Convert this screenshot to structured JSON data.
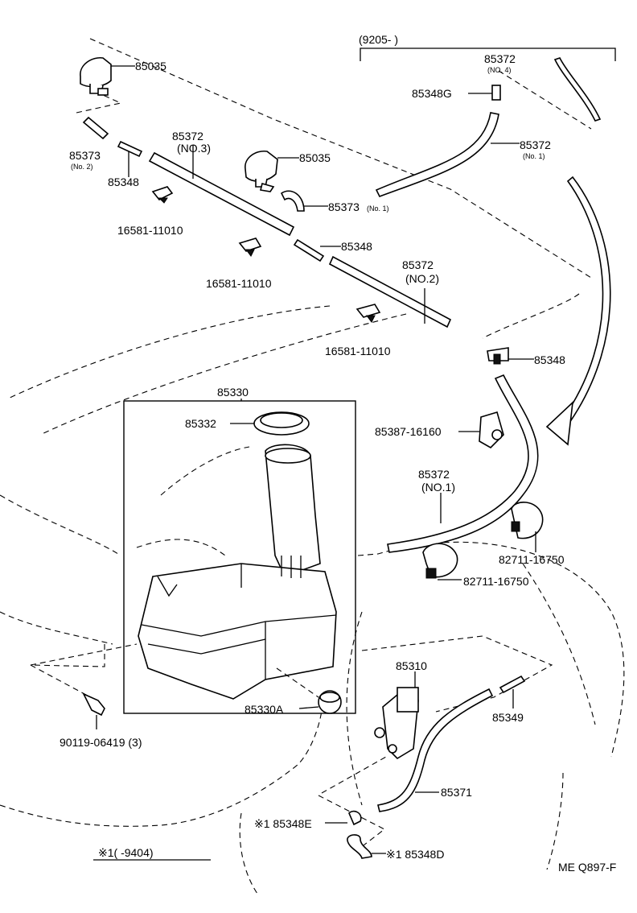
{
  "diagram": {
    "labels": {
      "p85035_top": "85035",
      "date_range": "(9205-        )",
      "p85372_no4": "85372",
      "p85372_no4_note": "(NO. 4)",
      "p85348G": "85348G",
      "p85372_no1_b": "85372",
      "p85372_no1_b_note": "(No. 1)",
      "p85373_no2": "85373",
      "p85373_no2_note": "(No. 2)",
      "p85372_no3": "85372",
      "p85372_no3_note": "(NO.3)",
      "p85035_mid": "85035",
      "p85348_a": "85348",
      "p85373_no1": "85373",
      "p85373_no1_note": "(No. 1)",
      "p16581_a": "16581-11010",
      "p85348_b": "85348",
      "p16581_b": "16581-11010",
      "p85372_no2": "85372",
      "p85372_no2_note": "(NO.2)",
      "p16581_c": "16581-11010",
      "p85348_c": "85348",
      "p85330": "85330",
      "p85332": "85332",
      "p85387": "85387-16160",
      "p85372_no1": "85372",
      "p85372_no1_note": "(NO.1)",
      "p82711_a": "82711-16750",
      "p82711_b": "82711-16750",
      "p85310": "85310",
      "p85330A": "85330A",
      "p85349": "85349",
      "p90119": "90119-06419 (3)",
      "p85371": "85371",
      "p85348E": "※1 85348E",
      "p85348D": "※1 85348D",
      "footnote": "※1(      -9404)",
      "code": "ME Q897-F"
    }
  }
}
